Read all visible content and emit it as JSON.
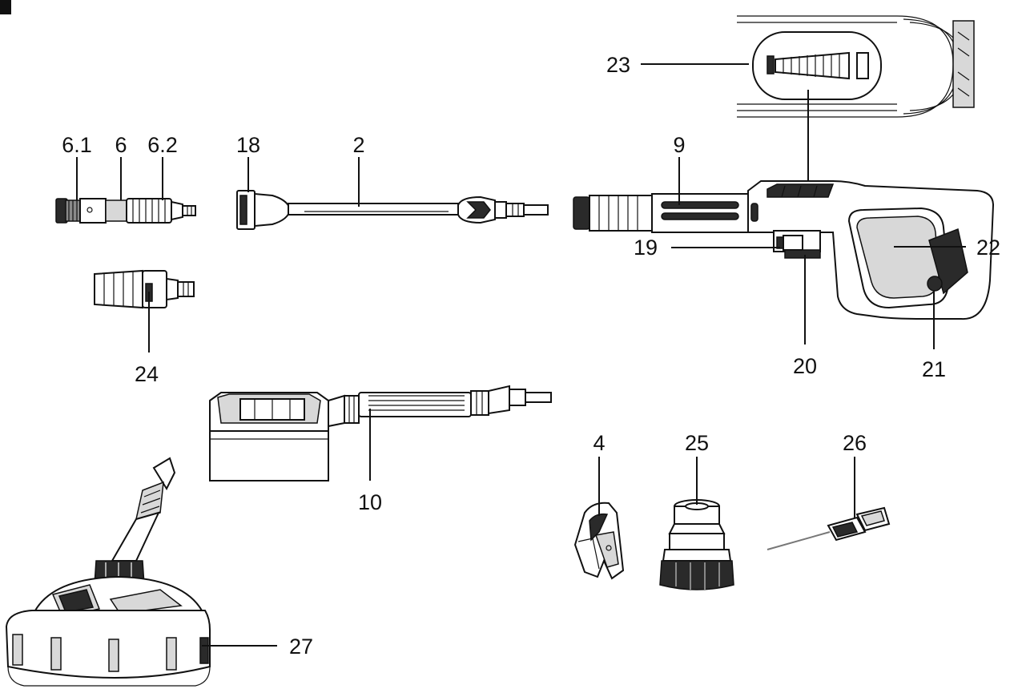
{
  "parts": [
    {
      "id": "corner-mark",
      "label": ""
    },
    {
      "id": "part-6-1",
      "label": "6.1"
    },
    {
      "id": "part-6",
      "label": "6"
    },
    {
      "id": "part-6-2",
      "label": "6.2"
    },
    {
      "id": "part-18",
      "label": "18"
    },
    {
      "id": "part-2",
      "label": "2"
    },
    {
      "id": "part-9",
      "label": "9"
    },
    {
      "id": "part-23",
      "label": "23"
    },
    {
      "id": "part-19",
      "label": "19"
    },
    {
      "id": "part-22",
      "label": "22"
    },
    {
      "id": "part-20",
      "label": "20"
    },
    {
      "id": "part-21",
      "label": "21"
    },
    {
      "id": "part-24",
      "label": "24"
    },
    {
      "id": "part-10",
      "label": "10"
    },
    {
      "id": "part-4",
      "label": "4"
    },
    {
      "id": "part-25",
      "label": "25"
    },
    {
      "id": "part-26",
      "label": "26"
    },
    {
      "id": "part-27",
      "label": "27"
    }
  ]
}
